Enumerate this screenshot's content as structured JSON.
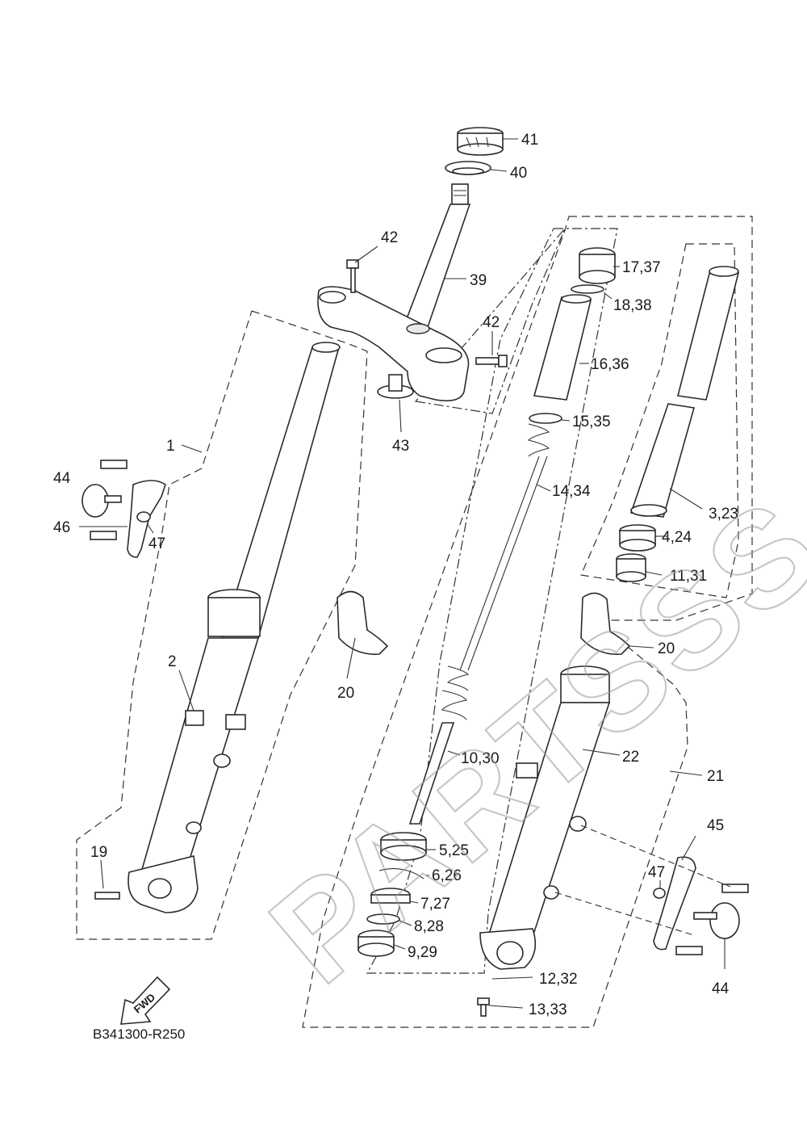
{
  "diagram": {
    "code": "B341300-R250",
    "watermark": "PARTSSS.com",
    "fwd_label": "FWD",
    "labels": [
      {
        "id": "41",
        "text": "41"
      },
      {
        "id": "40",
        "text": "40"
      },
      {
        "id": "42a",
        "text": "42"
      },
      {
        "id": "39",
        "text": "39"
      },
      {
        "id": "42b",
        "text": "42"
      },
      {
        "id": "43",
        "text": "43"
      },
      {
        "id": "1",
        "text": "1"
      },
      {
        "id": "44a",
        "text": "44"
      },
      {
        "id": "46",
        "text": "46"
      },
      {
        "id": "47a",
        "text": "47"
      },
      {
        "id": "2",
        "text": "2"
      },
      {
        "id": "20a",
        "text": "20"
      },
      {
        "id": "19",
        "text": "19"
      },
      {
        "id": "17_37",
        "text": "17,37"
      },
      {
        "id": "18_38",
        "text": "18,38"
      },
      {
        "id": "16_36",
        "text": "16,36"
      },
      {
        "id": "15_35",
        "text": "15,35"
      },
      {
        "id": "14_34",
        "text": "14,34"
      },
      {
        "id": "3_23",
        "text": "3,23"
      },
      {
        "id": "4_24",
        "text": "4,24"
      },
      {
        "id": "11_31",
        "text": "11,31"
      },
      {
        "id": "20b",
        "text": "20"
      },
      {
        "id": "10_30",
        "text": "10,30"
      },
      {
        "id": "22",
        "text": "22"
      },
      {
        "id": "21",
        "text": "21"
      },
      {
        "id": "5_25",
        "text": "5,25"
      },
      {
        "id": "6_26",
        "text": "6,26"
      },
      {
        "id": "7_27",
        "text": "7,27"
      },
      {
        "id": "8_28",
        "text": "8,28"
      },
      {
        "id": "9_29",
        "text": "9,29"
      },
      {
        "id": "45",
        "text": "45"
      },
      {
        "id": "47b",
        "text": "47"
      },
      {
        "id": "44b",
        "text": "44"
      },
      {
        "id": "12_32",
        "text": "12,32"
      },
      {
        "id": "13_33",
        "text": "13,33"
      }
    ]
  }
}
